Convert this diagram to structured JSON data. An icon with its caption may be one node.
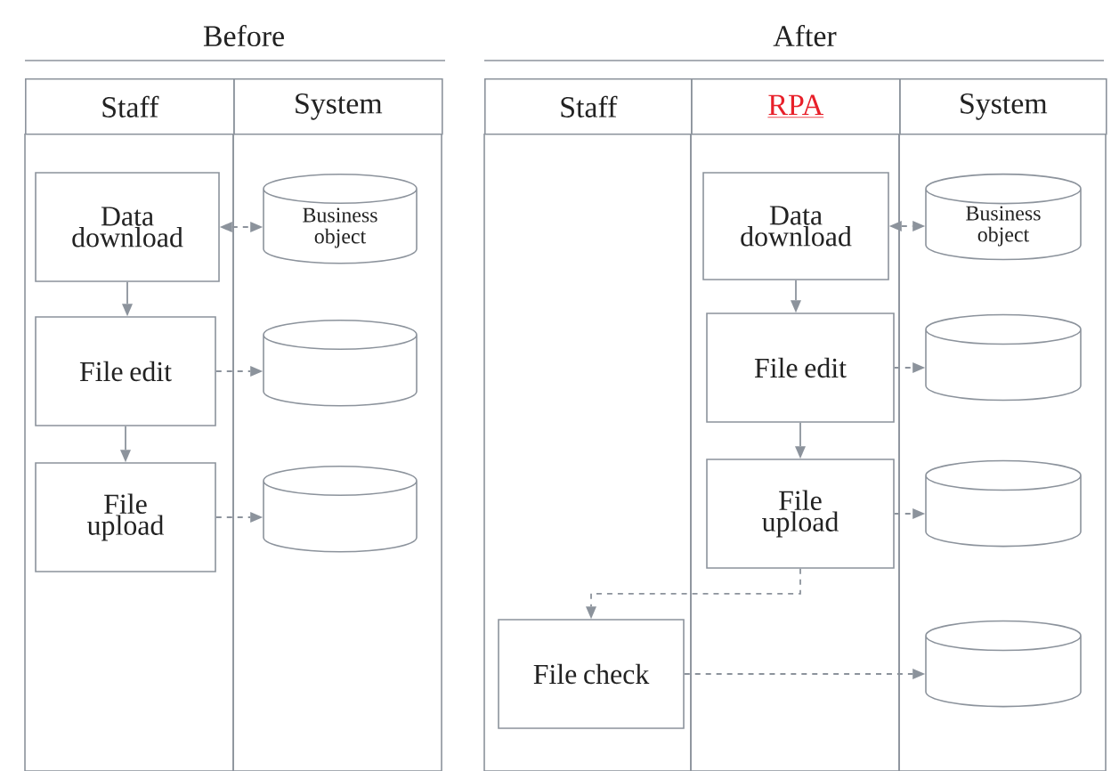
{
  "diagram": {
    "nodes": [
      {
        "text": [
          "Staff"
        ]
      },
      {
        "text": [
          "System"
        ]
      },
      {
        "text": [
          "Data download"
        ],
        "in": 0
      },
      {
        "text": [
          "File edit"
        ],
        "in": 0
      },
      {
        "text": [
          "File upload"
        ],
        "in": 0
      },
      {
        "text": [
          "Business object"
        ],
        "in": 1
      },
      {
        "text": [],
        "shape": "cylinder",
        "in": 1
      },
      {
        "text": [],
        "shape": "cylinder",
        "in": 1
      },
      {
        "text": [
          "Staff"
        ]
      },
      {
        "text": [
          "RPA"
        ]
      },
      {
        "text": [
          "System"
        ]
      },
      {
        "text": [
          "Data download"
        ],
        "in": 9
      },
      {
        "text": [
          "File edit"
        ],
        "in": 9
      },
      {
        "text": [
          "File upload"
        ],
        "in": 9
      },
      {
        "text": [
          "File check"
        ],
        "in": 8
      },
      {
        "text": [
          "Business object"
        ],
        "in": 10
      },
      {
        "text": [],
        "shape": "cylinder",
        "in": 10
      },
      {
        "text": [],
        "shape": "cylinder",
        "in": 10
      },
      {
        "text": [],
        "shape": "cylinder",
        "in": 10
      }
    ],
    "edges": [
      {
        "from": 2,
        "to": 5,
        "arrow": "both",
        "style": "dashed"
      },
      {
        "from": 2,
        "to": 3,
        "arrow": "to"
      },
      {
        "from": 3,
        "to": 4,
        "arrow": "to"
      },
      {
        "from": 3,
        "to": 6,
        "arrow": "to",
        "style": "dashed"
      },
      {
        "from": 4,
        "to": 7,
        "arrow": "to",
        "style": "dashed"
      },
      {
        "from": 11,
        "to": 15,
        "arrow": "both",
        "style": "dashed"
      },
      {
        "from": 11,
        "to": 12,
        "arrow": "to"
      },
      {
        "from": 12,
        "to": 13,
        "arrow": "to"
      },
      {
        "from": 12,
        "to": 16,
        "arrow": "to",
        "style": "dashed"
      },
      {
        "from": 13,
        "to": 17,
        "arrow": "to",
        "style": "dashed"
      },
      {
        "from": 13,
        "to": 14,
        "arrow": "to",
        "style": "dashed"
      },
      {
        "from": 14,
        "to": 18,
        "arrow": "to",
        "style": "dashed"
      }
    ],
    "labels": [
      "Before",
      "After"
    ]
  }
}
